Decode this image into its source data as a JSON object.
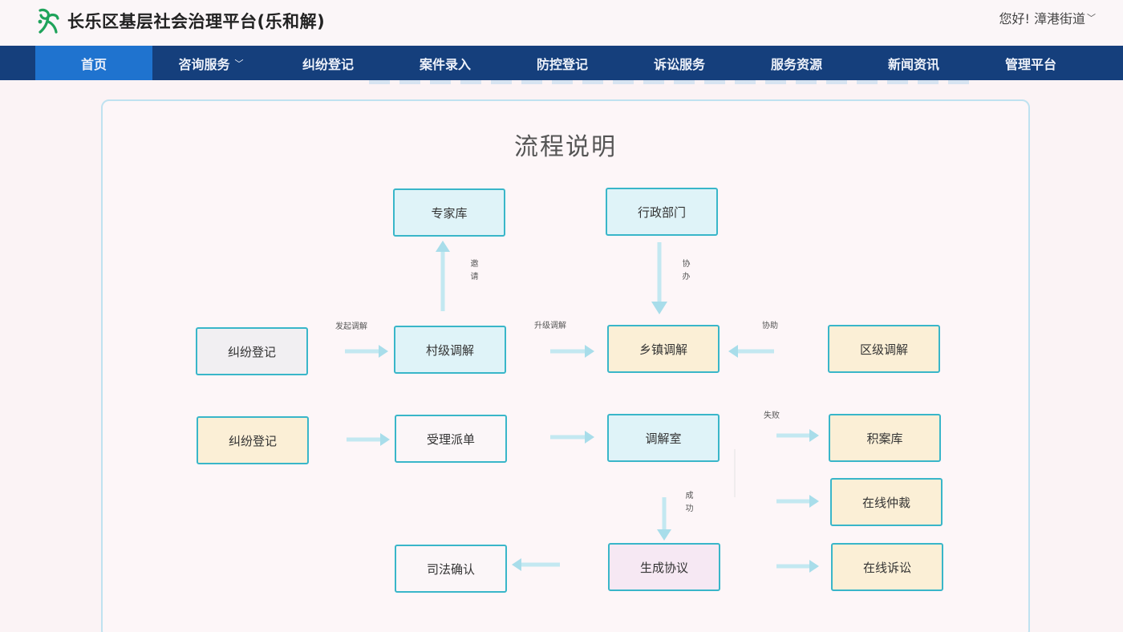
{
  "header": {
    "title": "长乐区基层社会治理平台(乐和解)",
    "user": "您好! 漳港街道"
  },
  "nav": [
    {
      "label": "首页",
      "active": true
    },
    {
      "label": "咨询服务",
      "dropdown": true
    },
    {
      "label": "纠纷登记"
    },
    {
      "label": "案件录入"
    },
    {
      "label": "防控登记"
    },
    {
      "label": "诉讼服务"
    },
    {
      "label": "服务资源"
    },
    {
      "label": "新闻资讯"
    },
    {
      "label": "管理平台"
    }
  ],
  "flow": {
    "title": "流程说明",
    "nodes": {
      "expert_library": "专家库",
      "admin_dept": "行政部门",
      "dispute_reg_1": "纠纷登记",
      "village_mediation": "村级调解",
      "town_mediation": "乡镇调解",
      "district_mediation": "区级调解",
      "dispute_reg_2": "纠纷登记",
      "accept_dispatch": "受理派单",
      "mediation_room": "调解室",
      "archive_library": "积案库",
      "online_arbitration": "在线仲裁",
      "judicial_confirm": "司法确认",
      "generate_agreement": "生成协议",
      "online_litigation": "在线诉讼"
    },
    "labels": {
      "invite": "邀请",
      "assist_vertical": "协办",
      "initiate": "发起调解",
      "escalate": "升级调解",
      "assist": "协助",
      "fail": "失败",
      "success": "成功"
    }
  },
  "colors": {
    "nav_bg": "#153f7c",
    "nav_active": "#1f73cf",
    "node_border": "#39b6c9",
    "arrow": "#a8ddea"
  }
}
